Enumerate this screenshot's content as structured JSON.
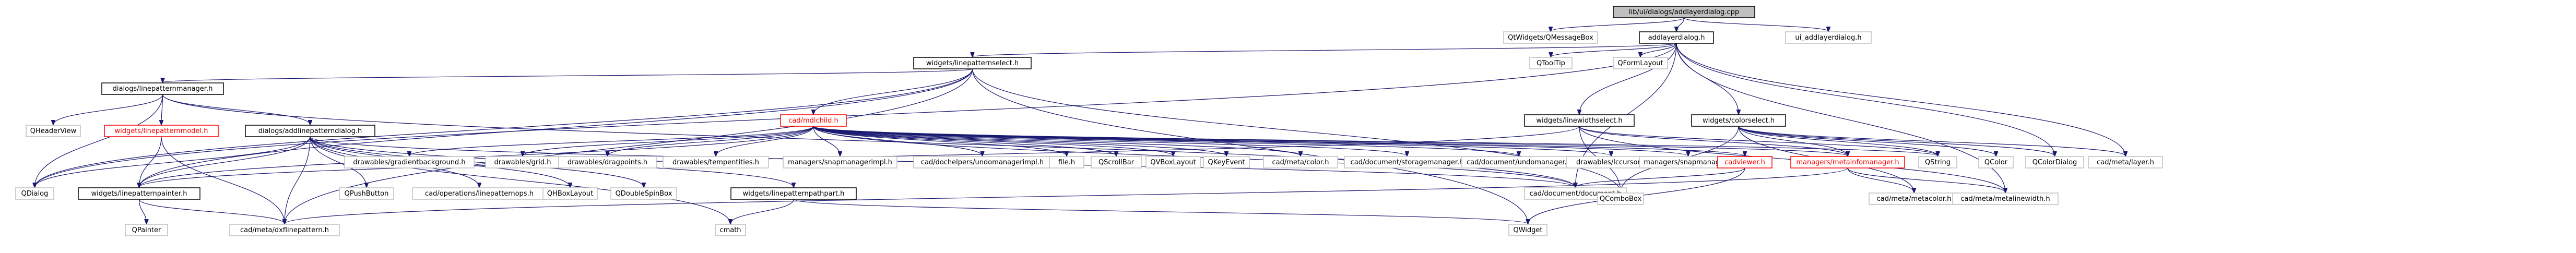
{
  "nodes": [
    {
      "id": "root",
      "label": "lib/ui/dialogs/addlayerdialog.cpp",
      "kind": "root"
    },
    {
      "id": "qmsgbox",
      "label": "QtWidgets/QMessageBox",
      "kind": "leaf"
    },
    {
      "id": "addlayerdialog_h",
      "label": "addlayerdialog.h",
      "kind": "internal"
    },
    {
      "id": "ui_addlayerdialog_h",
      "label": "ui_addlayerdialog.h",
      "kind": "leaf"
    },
    {
      "id": "lps_h",
      "label": "widgets/linepatternselect.h",
      "kind": "internal"
    },
    {
      "id": "qtooltip",
      "label": "QToolTip",
      "kind": "leaf"
    },
    {
      "id": "qformlayout",
      "label": "QFormLayout",
      "kind": "leaf"
    },
    {
      "id": "lmanager_h",
      "label": "dialogs/linepatternmanager.h",
      "kind": "internal"
    },
    {
      "id": "mdichild_h",
      "label": "cad/mdichild.h",
      "kind": "internal",
      "color": "red"
    },
    {
      "id": "lwt_h",
      "label": "widgets/linewidthselect.h",
      "kind": "internal"
    },
    {
      "id": "colorsel_h",
      "label": "widgets/colorselect.h",
      "kind": "internal"
    },
    {
      "id": "qheaderview",
      "label": "QHeaderView",
      "kind": "leaf"
    },
    {
      "id": "lpmodel_h",
      "label": "widgets/linepatternmodel.h",
      "kind": "internal",
      "color": "red"
    },
    {
      "id": "adddialog_h",
      "label": "dialogs/addlinepatterndialog.h",
      "kind": "internal"
    },
    {
      "id": "gradbg_h",
      "label": "drawables/gradientbackground.h",
      "kind": "leaf"
    },
    {
      "id": "grid_h",
      "label": "drawables/grid.h",
      "kind": "leaf"
    },
    {
      "id": "dragpoints_h",
      "label": "drawables/dragpoints.h",
      "kind": "leaf"
    },
    {
      "id": "tempents_h",
      "label": "drawables/tempentities.h",
      "kind": "leaf"
    },
    {
      "id": "snapimpl_h",
      "label": "managers/snapmanagerimpl.h",
      "kind": "leaf"
    },
    {
      "id": "undohelper_h",
      "label": "cad/dochelpers/undomanagerimpl.h",
      "kind": "leaf"
    },
    {
      "id": "file_h",
      "label": "file.h",
      "kind": "leaf"
    },
    {
      "id": "qscrollbar",
      "label": "QScrollBar",
      "kind": "leaf"
    },
    {
      "id": "qvboxlayout",
      "label": "QVBoxLayout",
      "kind": "leaf"
    },
    {
      "id": "qkeyevent",
      "label": "QKeyEvent",
      "kind": "leaf"
    },
    {
      "id": "metacolor_h1",
      "label": "cad/meta/color.h",
      "kind": "leaf"
    },
    {
      "id": "storagemgr_h",
      "label": "cad/document/storagemanager.h",
      "kind": "leaf"
    },
    {
      "id": "undomgr_h",
      "label": "cad/document/undomanager.h",
      "kind": "leaf"
    },
    {
      "id": "lccursor_h",
      "label": "drawables/lccursor.h",
      "kind": "leaf"
    },
    {
      "id": "snapmgr_h",
      "label": "managers/snapmanager.h",
      "kind": "leaf"
    },
    {
      "id": "cadviewer_h",
      "label": "cadviewer.h",
      "kind": "internal",
      "color": "red"
    },
    {
      "id": "metainfomgr_h",
      "label": "managers/metainfomanager.h",
      "kind": "internal",
      "color": "red"
    },
    {
      "id": "qstring",
      "label": "QString",
      "kind": "leaf"
    },
    {
      "id": "qcolor",
      "label": "QColor",
      "kind": "leaf"
    },
    {
      "id": "qcolordialog",
      "label": "QColorDialog",
      "kind": "leaf"
    },
    {
      "id": "metalayer_h",
      "label": "cad/meta/layer.h",
      "kind": "leaf"
    },
    {
      "id": "qdialog",
      "label": "QDialog",
      "kind": "leaf"
    },
    {
      "id": "lppainter_h",
      "label": "widgets/linepatternpainter.h",
      "kind": "internal"
    },
    {
      "id": "qpushbutton",
      "label": "QPushButton",
      "kind": "leaf"
    },
    {
      "id": "lpops_h",
      "label": "cad/operations/linepatternops.h",
      "kind": "leaf"
    },
    {
      "id": "qhboxlayout",
      "label": "QHBoxLayout",
      "kind": "leaf"
    },
    {
      "id": "qdoublespin",
      "label": "QDoubleSpinBox",
      "kind": "leaf"
    },
    {
      "id": "lppathpart_h",
      "label": "widgets/linepatternpathpart.h",
      "kind": "internal"
    },
    {
      "id": "document_h",
      "label": "cad/document/document.h",
      "kind": "leaf"
    },
    {
      "id": "qcombobox",
      "label": "QComboBox",
      "kind": "leaf"
    },
    {
      "id": "metacolor_h2",
      "label": "cad/meta/metacolor.h",
      "kind": "leaf"
    },
    {
      "id": "metalw_h",
      "label": "cad/meta/metalinewidth.h",
      "kind": "leaf"
    },
    {
      "id": "qpainter",
      "label": "QPainter",
      "kind": "leaf"
    },
    {
      "id": "dxflp_h",
      "label": "cad/meta/dxflinepattern.h",
      "kind": "leaf"
    },
    {
      "id": "cmath",
      "label": "cmath",
      "kind": "leaf"
    },
    {
      "id": "qwidget",
      "label": "QWidget",
      "kind": "leaf"
    }
  ],
  "edges": [
    [
      "root",
      "qmsgbox"
    ],
    [
      "root",
      "addlayerdialog_h"
    ],
    [
      "root",
      "ui_addlayerdialog_h"
    ],
    [
      "addlayerdialog_h",
      "lps_h"
    ],
    [
      "addlayerdialog_h",
      "qtooltip"
    ],
    [
      "addlayerdialog_h",
      "qformlayout"
    ],
    [
      "addlayerdialog_h",
      "lwt_h"
    ],
    [
      "addlayerdialog_h",
      "colorsel_h"
    ],
    [
      "addlayerdialog_h",
      "qcolordialog"
    ],
    [
      "addlayerdialog_h",
      "metalayer_h"
    ],
    [
      "addlayerdialog_h",
      "document_h"
    ],
    [
      "addlayerdialog_h",
      "qdialog"
    ],
    [
      "addlayerdialog_h",
      "metalw_h"
    ],
    [
      "lps_h",
      "lmanager_h"
    ],
    [
      "lps_h",
      "mdichild_h"
    ],
    [
      "lps_h",
      "qcombobox"
    ],
    [
      "lps_h",
      "qwidget"
    ],
    [
      "lps_h",
      "lppainter_h"
    ],
    [
      "lps_h",
      "dxflp_h"
    ],
    [
      "lps_h",
      "qdialog"
    ],
    [
      "lmanager_h",
      "qheaderview"
    ],
    [
      "lmanager_h",
      "lpmodel_h"
    ],
    [
      "lmanager_h",
      "adddialog_h"
    ],
    [
      "lmanager_h",
      "qdialog"
    ],
    [
      "lmanager_h",
      "document_h"
    ],
    [
      "lpmodel_h",
      "lppainter_h"
    ],
    [
      "lpmodel_h",
      "dxflp_h"
    ],
    [
      "adddialog_h",
      "qdialog"
    ],
    [
      "adddialog_h",
      "lppainter_h"
    ],
    [
      "adddialog_h",
      "qpushbutton"
    ],
    [
      "adddialog_h",
      "lpops_h"
    ],
    [
      "adddialog_h",
      "qhboxlayout"
    ],
    [
      "adddialog_h",
      "qdoublespin"
    ],
    [
      "adddialog_h",
      "lppathpart_h"
    ],
    [
      "adddialog_h",
      "document_h"
    ],
    [
      "adddialog_h",
      "dxflp_h"
    ],
    [
      "adddialog_h",
      "cmath"
    ],
    [
      "lppainter_h",
      "qpainter"
    ],
    [
      "lppainter_h",
      "dxflp_h"
    ],
    [
      "lppathpart_h",
      "cmath"
    ],
    [
      "lppathpart_h",
      "qwidget"
    ],
    [
      "mdichild_h",
      "gradbg_h"
    ],
    [
      "mdichild_h",
      "grid_h"
    ],
    [
      "mdichild_h",
      "dragpoints_h"
    ],
    [
      "mdichild_h",
      "tempents_h"
    ],
    [
      "mdichild_h",
      "snapimpl_h"
    ],
    [
      "mdichild_h",
      "undohelper_h"
    ],
    [
      "mdichild_h",
      "file_h"
    ],
    [
      "mdichild_h",
      "qscrollbar"
    ],
    [
      "mdichild_h",
      "qvboxlayout"
    ],
    [
      "mdichild_h",
      "qkeyevent"
    ],
    [
      "mdichild_h",
      "metacolor_h1"
    ],
    [
      "mdichild_h",
      "storagemgr_h"
    ],
    [
      "mdichild_h",
      "undomgr_h"
    ],
    [
      "mdichild_h",
      "lccursor_h"
    ],
    [
      "mdichild_h",
      "snapmgr_h"
    ],
    [
      "mdichild_h",
      "cadviewer_h"
    ],
    [
      "mdichild_h",
      "metainfomgr_h"
    ],
    [
      "mdichild_h",
      "document_h"
    ],
    [
      "mdichild_h",
      "qstring"
    ],
    [
      "mdichild_h",
      "lppainter_h"
    ],
    [
      "cadviewer_h",
      "document_h"
    ],
    [
      "cadviewer_h",
      "qwidget"
    ],
    [
      "lwt_h",
      "metainfomgr_h"
    ],
    [
      "lwt_h",
      "qcombobox"
    ],
    [
      "lwt_h",
      "qstring"
    ],
    [
      "lwt_h",
      "metalw_h"
    ],
    [
      "lwt_h",
      "lppainter_h"
    ],
    [
      "colorsel_h",
      "metainfomgr_h"
    ],
    [
      "colorsel_h",
      "qcombobox"
    ],
    [
      "colorsel_h",
      "qstring"
    ],
    [
      "colorsel_h",
      "qcolor"
    ],
    [
      "colorsel_h",
      "qcolordialog"
    ],
    [
      "colorsel_h",
      "metalayer_h"
    ],
    [
      "colorsel_h",
      "metacolor_h2"
    ],
    [
      "metainfomgr_h",
      "metacolor_h2"
    ],
    [
      "metainfomgr_h",
      "metalw_h"
    ],
    [
      "metainfomgr_h",
      "dxflp_h"
    ]
  ]
}
